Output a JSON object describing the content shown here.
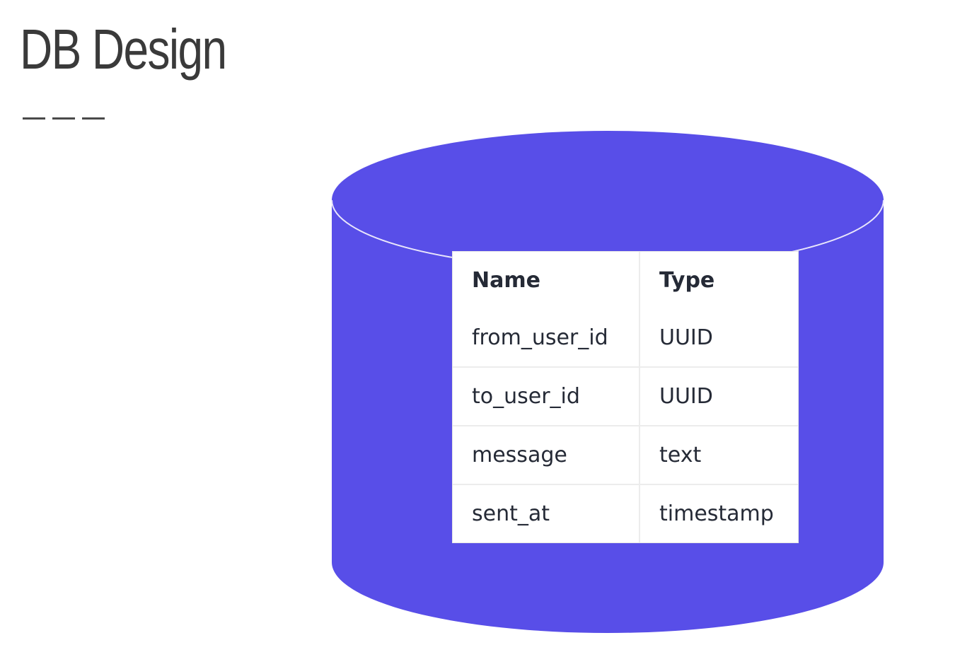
{
  "slide": {
    "title": "DB Design"
  },
  "colors": {
    "cylinder": "#584ee8",
    "cylinder_rim": "#e9e6fb",
    "title_text": "#3a3a3a",
    "table_text": "#252a36",
    "table_grid": "#ececec"
  },
  "table": {
    "headers": {
      "name": "Name",
      "type": "Type"
    },
    "rows": [
      {
        "name": "from_user_id",
        "type": "UUID"
      },
      {
        "name": "to_user_id",
        "type": "UUID"
      },
      {
        "name": "message",
        "type": "text"
      },
      {
        "name": "sent_at",
        "type": "timestamp"
      }
    ]
  }
}
